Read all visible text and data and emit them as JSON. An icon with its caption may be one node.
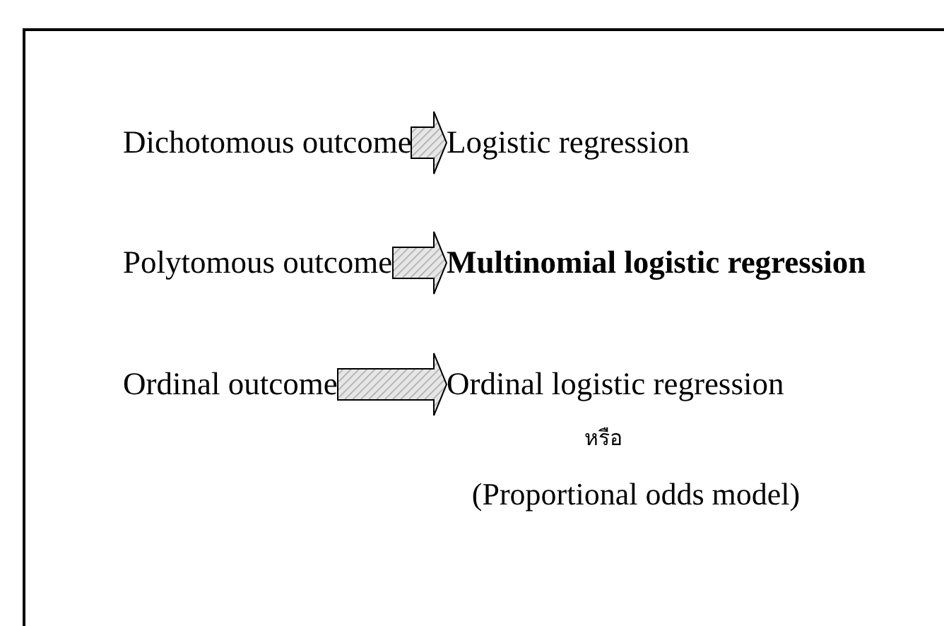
{
  "diagram": {
    "nodes": [
      {
        "text": [
          "Dichotomous outcome"
        ]
      },
      {
        "text": [
          "Logistic regression"
        ]
      },
      {
        "text": [
          "Polytomous outcome"
        ]
      },
      {
        "text": [
          "Multinomial logistic regression"
        ]
      },
      {
        "text": [
          "Ordinal outcome"
        ]
      },
      {
        "text": [
          "Ordinal logistic regression"
        ]
      }
    ],
    "edges": [
      {
        "from": 0,
        "to": 1,
        "arrow": "to"
      },
      {
        "from": 2,
        "to": 3,
        "arrow": "to"
      },
      {
        "from": 4,
        "to": 5,
        "arrow": "to"
      }
    ],
    "labels": [
      "หรือ",
      "(Proportional odds model)"
    ]
  }
}
